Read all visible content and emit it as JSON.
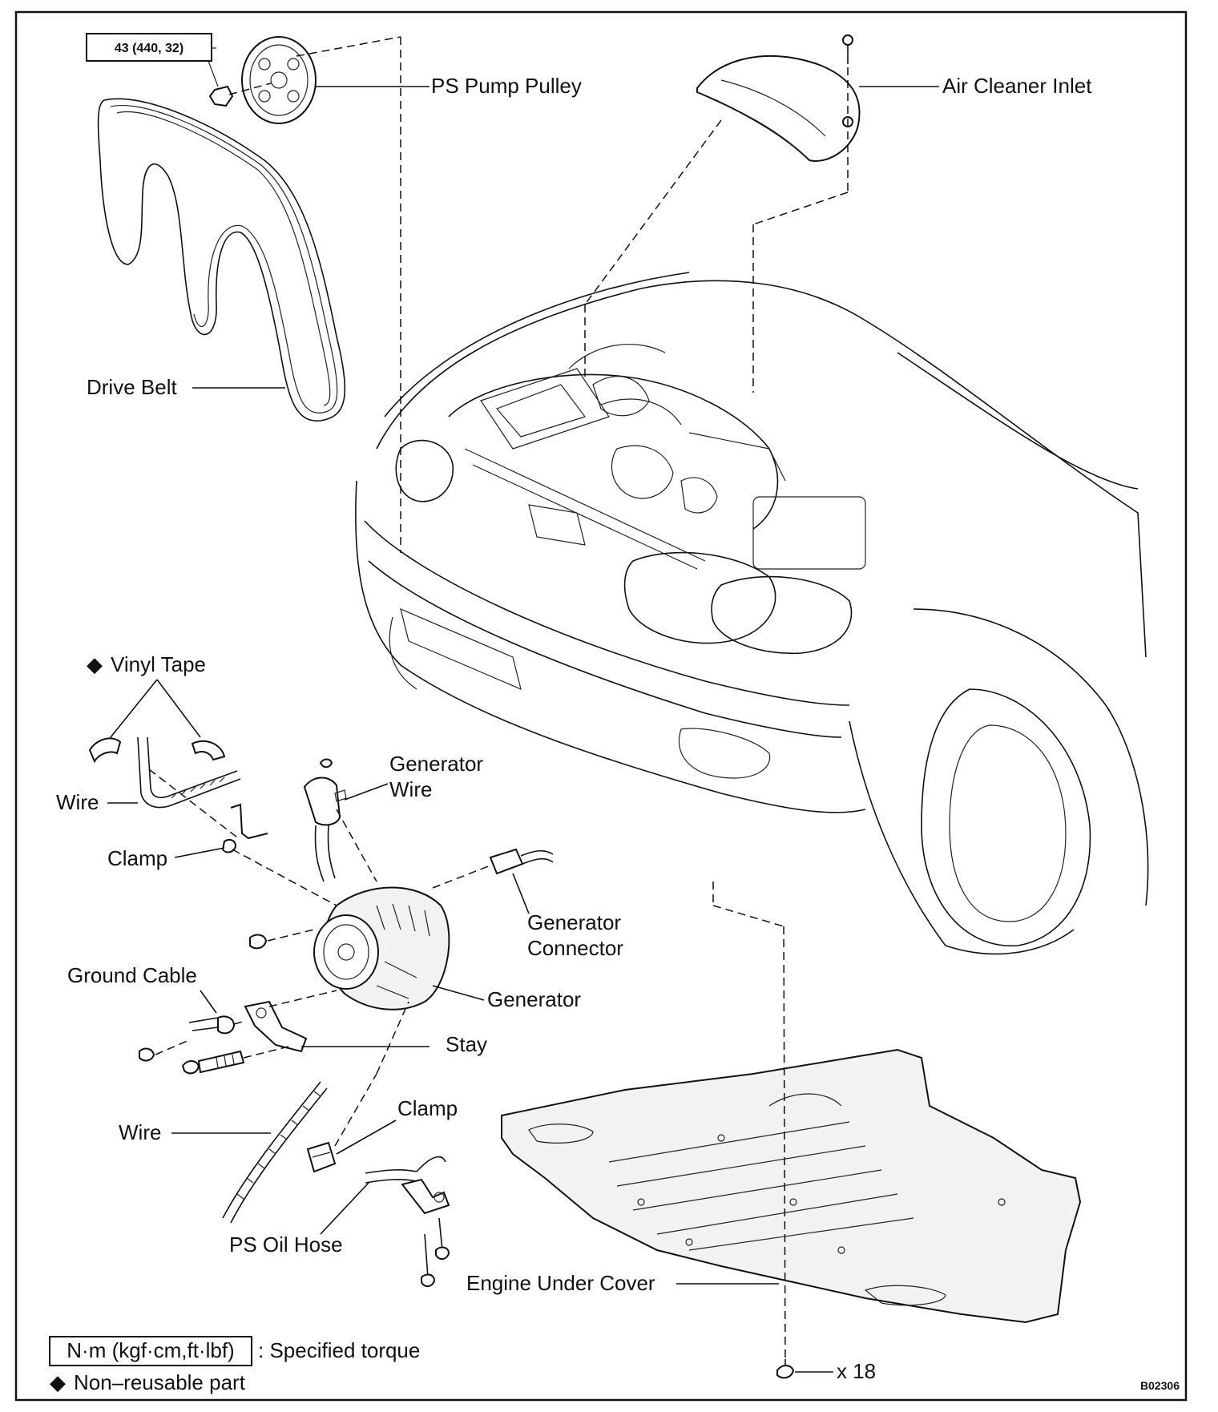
{
  "labels": {
    "torque_box": "43 (440, 32)",
    "ps_pump_pulley": "PS Pump Pulley",
    "air_cleaner_inlet": "Air Cleaner Inlet",
    "drive_belt": "Drive Belt",
    "vinyl_tape": "Vinyl Tape",
    "wire_top": "Wire",
    "clamp_top": "Clamp",
    "generator_wire_1": "Generator",
    "generator_wire_2": "Wire",
    "generator_connector_1": "Generator",
    "generator_connector_2": "Connector",
    "ground_cable": "Ground Cable",
    "generator": "Generator",
    "stay": "Stay",
    "wire_bottom": "Wire",
    "clamp_bottom": "Clamp",
    "ps_oil_hose": "PS Oil Hose",
    "engine_under_cover": "Engine Under Cover",
    "bolt_count": "x 18"
  },
  "legend": {
    "torque_unit": "N·m (kgf·cm,ft·lbf)",
    "torque_desc": ": Specified torque",
    "non_reusable": "Non–reusable part",
    "diamond_symbol": "◆"
  },
  "figure_code": "B02306",
  "icons": [
    "diamond-icon",
    "bolt-icon",
    "nut-icon",
    "pulley-icon",
    "belt-icon",
    "generator-icon",
    "car-icon",
    "under-cover-icon"
  ]
}
